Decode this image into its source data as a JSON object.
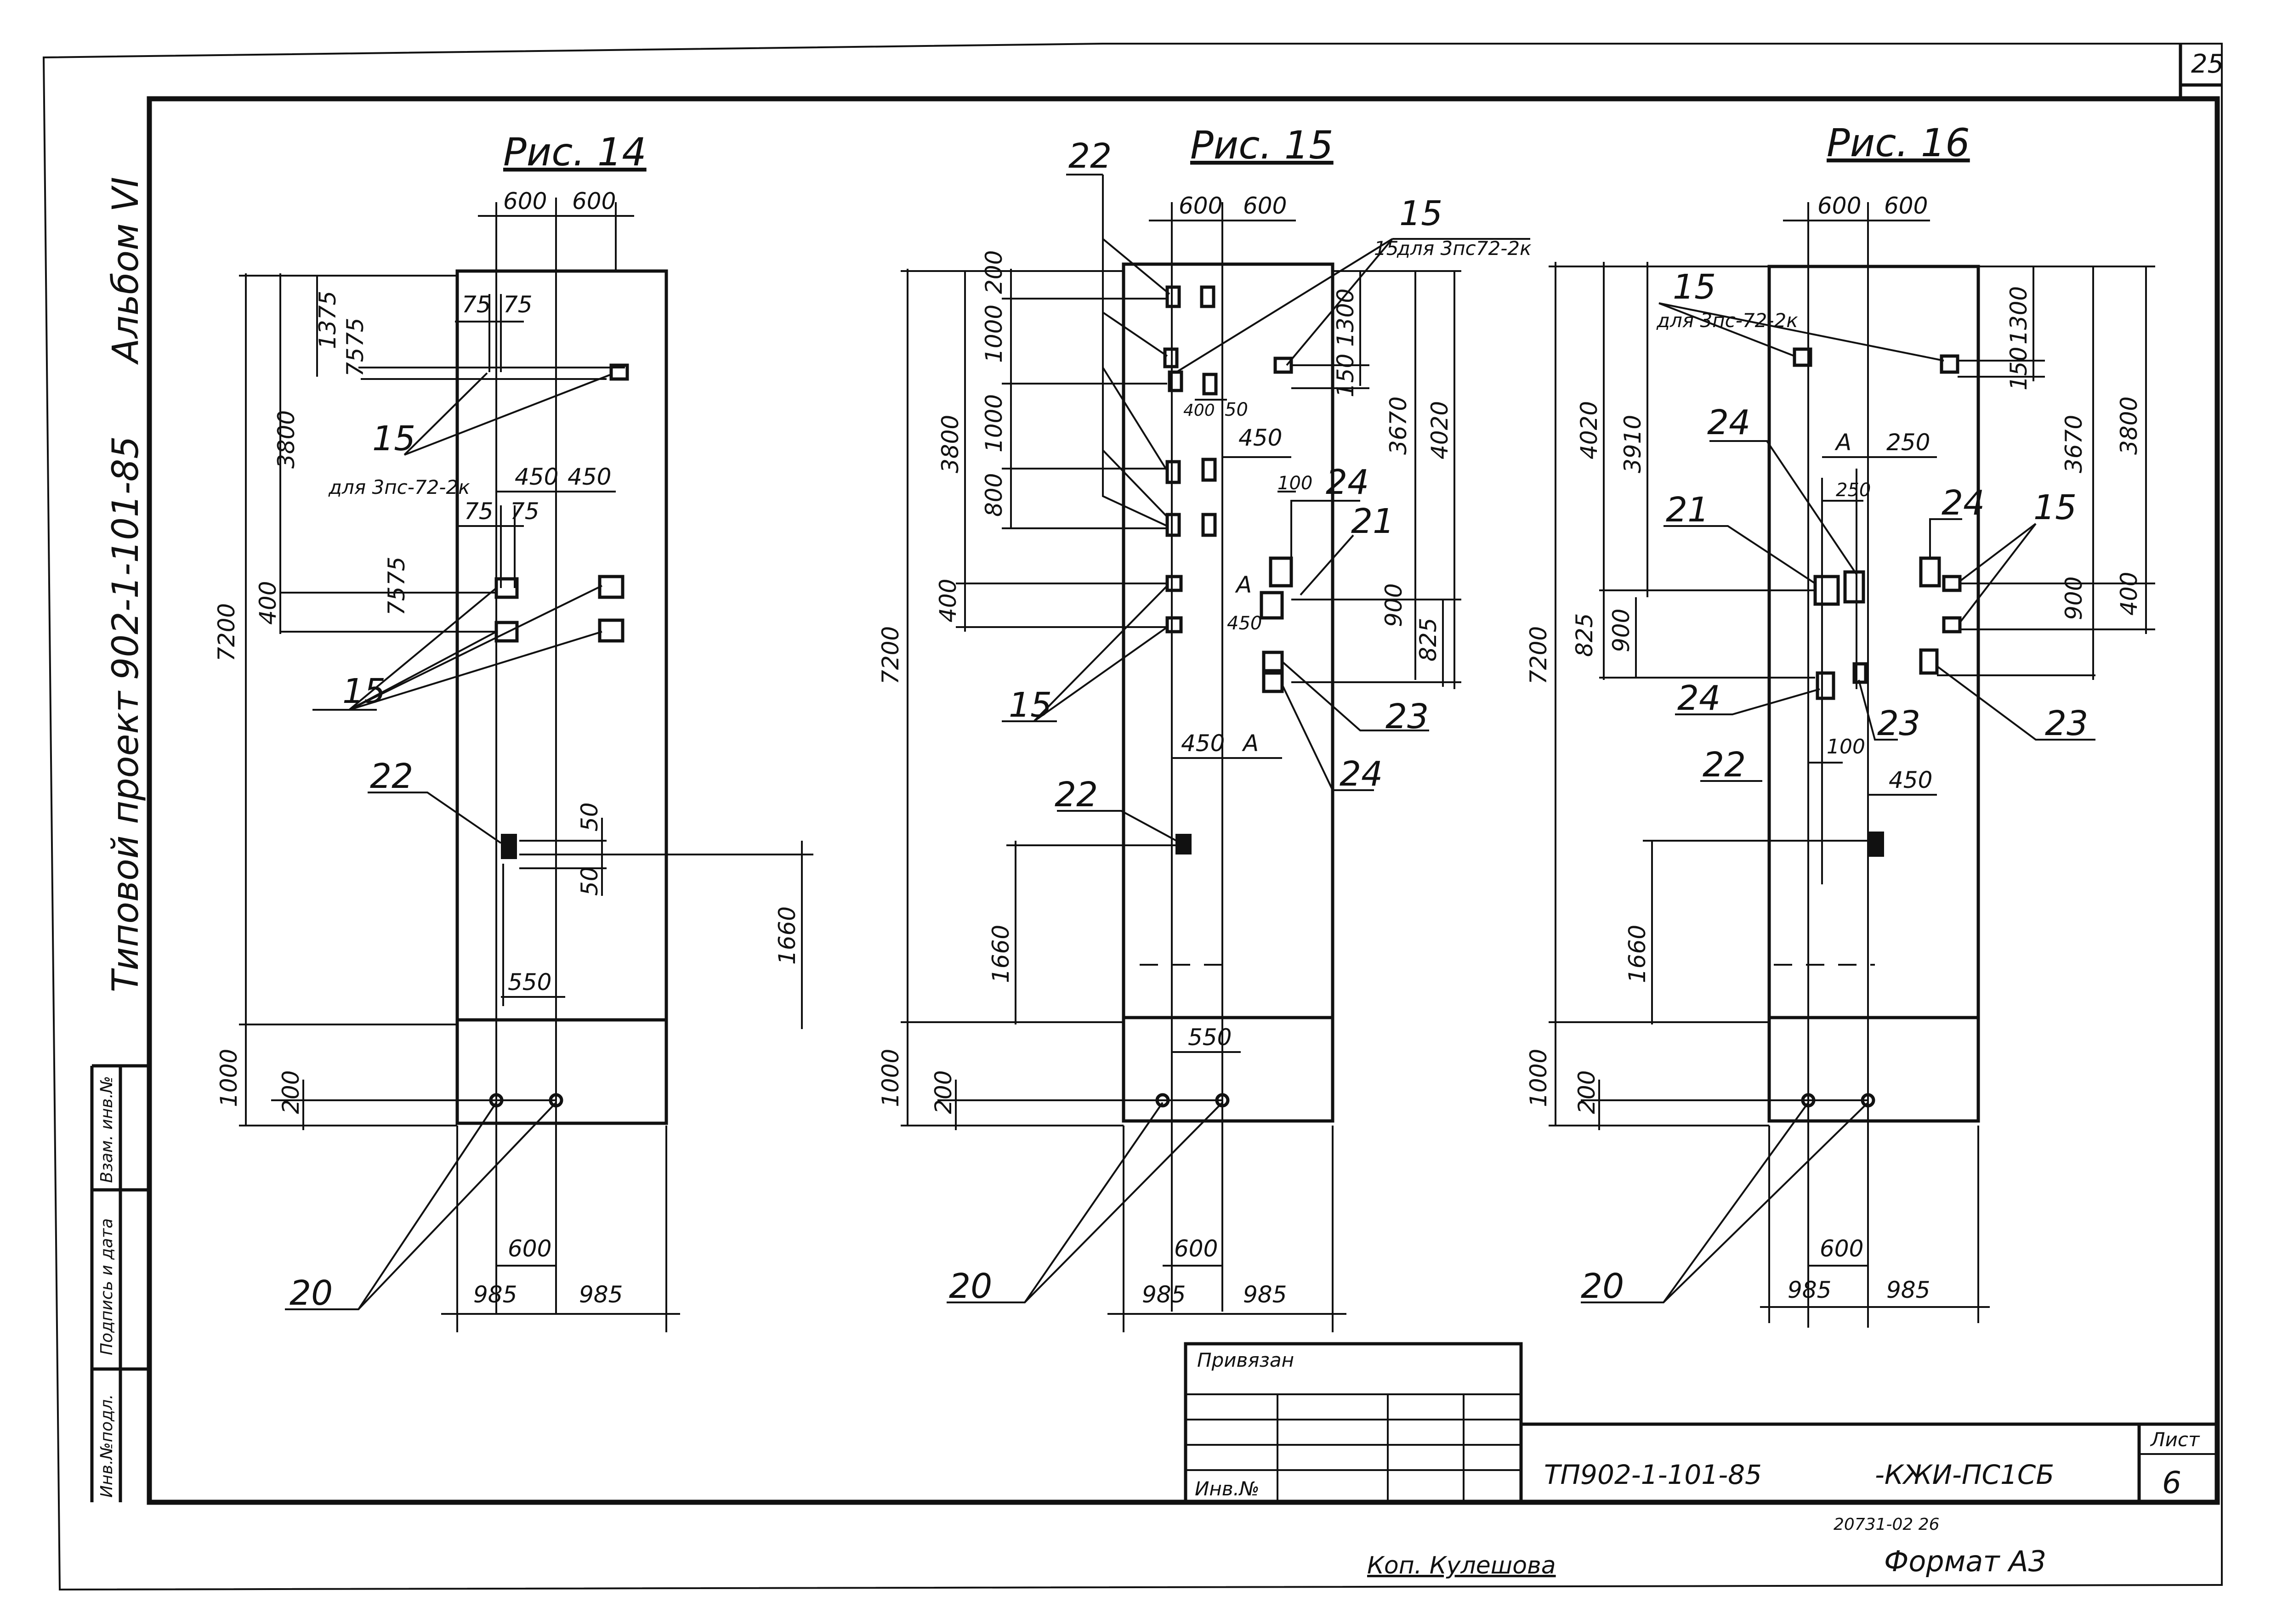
{
  "sheet": {
    "number": "25",
    "side_title": "Типовой проект 902-1-101-85",
    "side_album": "Альбом VI",
    "side_blocks": [
      "Инв.№подл.",
      "Подпись и дата",
      "Взам. инв.№"
    ],
    "copied_by": "Коп. Кулешова",
    "format": "Формат А3",
    "order_no": "20731-02 26"
  },
  "title_block": {
    "label_linked": "Привязан",
    "label_inv": "Инв.№",
    "doc_code": "ТП902-1-101-85",
    "doc_suffix": "-КЖИ-ПС1СБ",
    "sheet_label": "Лист",
    "sheet_value": "6"
  },
  "fig14": {
    "title": "Рис. 14",
    "top": [
      "600",
      "600"
    ],
    "v75": [
      "75",
      "75"
    ],
    "v450": [
      "450",
      "450"
    ],
    "v75b": [
      "75",
      "75"
    ],
    "left": [
      "7200",
      "3800",
      "1375",
      "75",
      "75",
      "400",
      "75",
      "75",
      "1000",
      "200"
    ],
    "right": [
      "50",
      "50",
      "1660"
    ],
    "bot550": "550",
    "bot600": "600",
    "bot985": [
      "985",
      "985"
    ],
    "callouts": [
      "15",
      "15",
      "22",
      "20"
    ],
    "note": "для 3пс-72-2к"
  },
  "fig15": {
    "title": "Рис. 15",
    "top": [
      "600",
      "600"
    ],
    "left": [
      "7200",
      "3800",
      "200",
      "1000",
      "1000",
      "800",
      "400",
      "1660",
      "1000",
      "200"
    ],
    "right": [
      "1300",
      "150",
      "3670",
      "4020",
      "900",
      "825"
    ],
    "inner": [
      "400",
      "50",
      "450",
      "100",
      "450",
      "450"
    ],
    "sec": [
      "А",
      "А"
    ],
    "bot550": "550",
    "bot600": "600",
    "bot985": [
      "985",
      "985"
    ],
    "callouts": [
      "22",
      "15",
      "24",
      "21",
      "15",
      "23",
      "24",
      "22",
      "20"
    ],
    "note": "для 3пс72-2к"
  },
  "fig16": {
    "title": "Рис. 16",
    "top": [
      "600",
      "600"
    ],
    "left": [
      "7200",
      "4020",
      "3910",
      "825",
      "900",
      "1660",
      "1000",
      "200"
    ],
    "right": [
      "1300",
      "150",
      "3670",
      "3800",
      "900",
      "400"
    ],
    "inner": [
      "250",
      "250",
      "100",
      "450"
    ],
    "sec": "А",
    "bot600": "600",
    "bot985": [
      "985",
      "985"
    ],
    "callouts": [
      "15",
      "24",
      "21",
      "24",
      "15",
      "24",
      "23",
      "23",
      "22",
      "20"
    ],
    "note": "для 3пс-72-2к"
  }
}
